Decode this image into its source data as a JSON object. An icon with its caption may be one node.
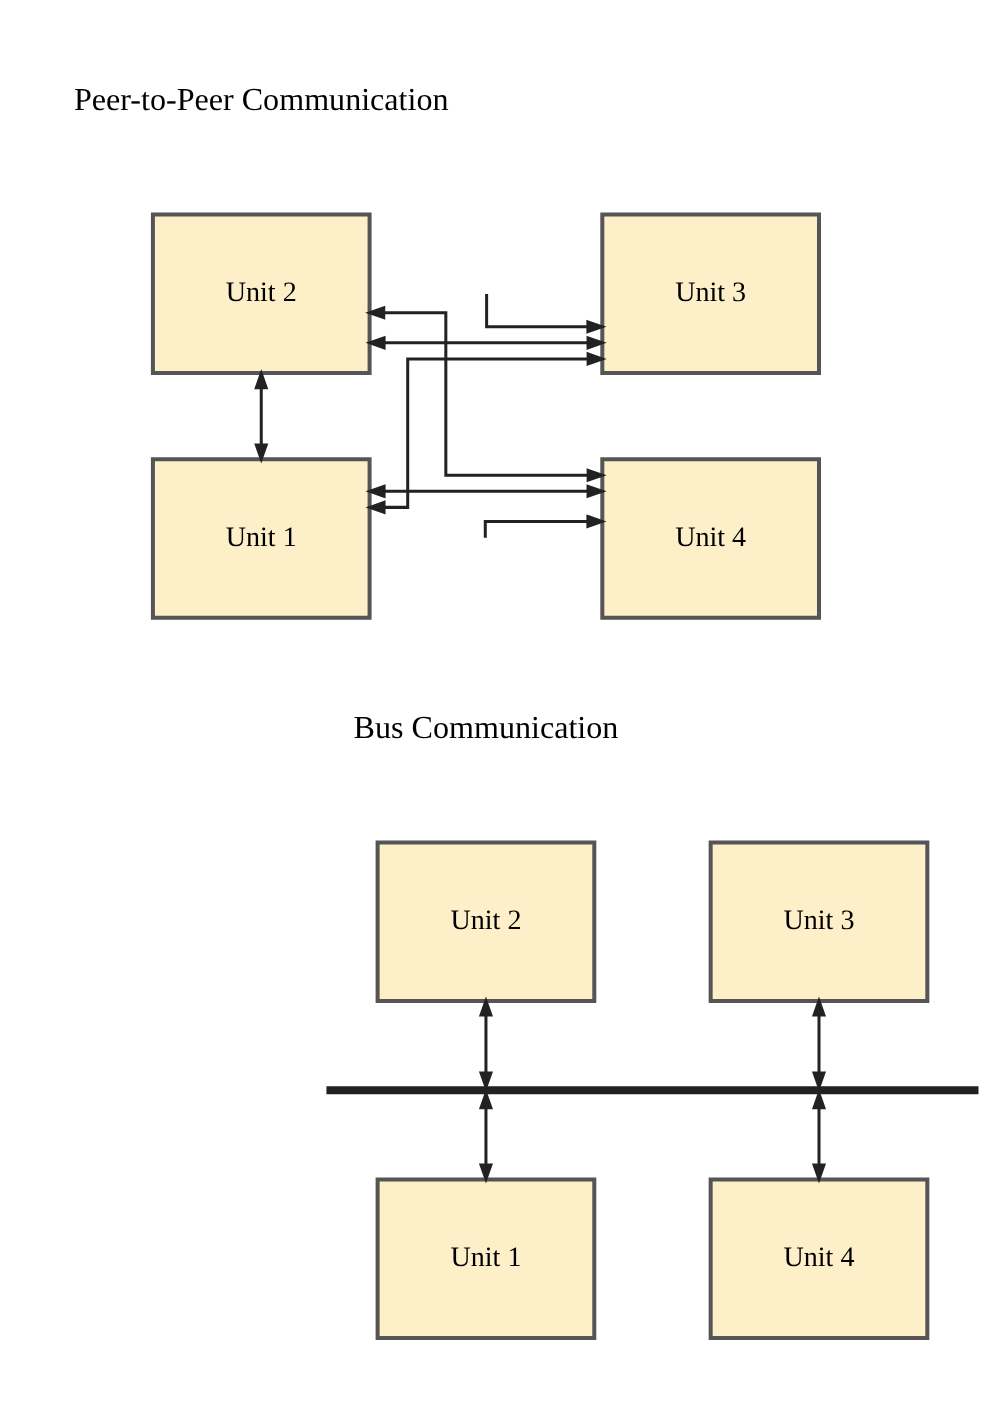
{
  "diagram": {
    "nodes": [
      {
        "text": [
          "Unit 2"
        ]
      },
      {
        "text": [
          "Unit 3"
        ]
      },
      {
        "text": [
          "Unit 1"
        ]
      },
      {
        "text": [
          "Unit 4"
        ]
      },
      {
        "text": [
          "Unit 2"
        ]
      },
      {
        "text": [
          "Unit 3"
        ]
      },
      {
        "text": [],
        "shape": "bar"
      },
      {
        "text": [
          "Unit 1"
        ]
      },
      {
        "text": [
          "Unit 4"
        ]
      }
    ],
    "edges": [
      {
        "from": 0,
        "to": 1,
        "arrow": "both"
      },
      {
        "from": 2,
        "to": 0,
        "arrow": "both"
      },
      {
        "from": 0,
        "to": 3,
        "arrow": "both"
      },
      {
        "from": 2,
        "to": 1,
        "arrow": "both"
      },
      {
        "from": 2,
        "to": 3,
        "arrow": "both"
      },
      {
        "from": null,
        "to": 1,
        "arrow": "to"
      },
      {
        "from": null,
        "to": 3,
        "arrow": "to"
      },
      {
        "from": 4,
        "to": 6,
        "arrow": "both"
      },
      {
        "from": 5,
        "to": 6,
        "arrow": "both"
      },
      {
        "from": 6,
        "to": 7,
        "arrow": "both"
      },
      {
        "from": 6,
        "to": 8,
        "arrow": "both"
      }
    ],
    "labels": [
      "Peer-to-Peer Communication",
      "Bus Communication"
    ]
  }
}
